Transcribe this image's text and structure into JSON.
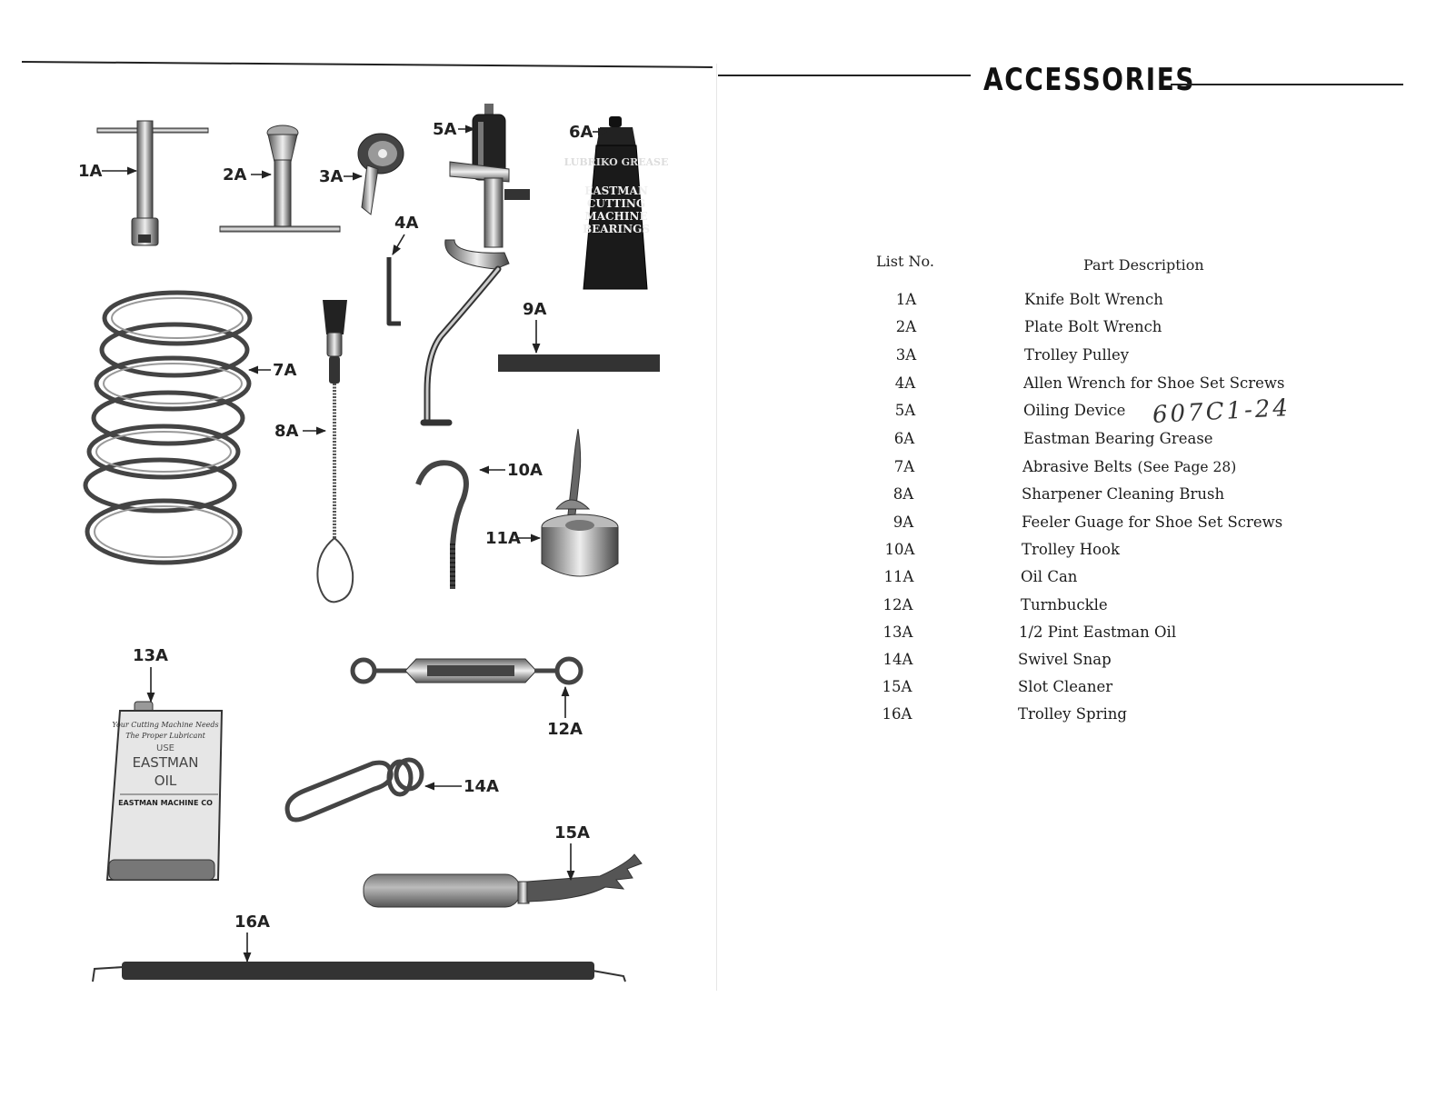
{
  "header": {
    "title": "ACCESSORIES"
  },
  "table": {
    "col_list_no": "List No.",
    "col_description": "Part Description",
    "rows": [
      {
        "no": "1A",
        "desc": "Knife Bolt Wrench"
      },
      {
        "no": "2A",
        "desc": "Plate Bolt Wrench"
      },
      {
        "no": "3A",
        "desc": "Trolley Pulley"
      },
      {
        "no": "4A",
        "desc": "Allen Wrench for Shoe Set Screws"
      },
      {
        "no": "5A",
        "desc": "Oiling Device"
      },
      {
        "no": "6A",
        "desc": "Eastman Bearing Grease"
      },
      {
        "no": "7A",
        "desc": "Abrasive Belts"
      },
      {
        "no": "8A",
        "desc": "Sharpener Cleaning Brush"
      },
      {
        "no": "9A",
        "desc": "Feeler Guage for Shoe Set Screws"
      },
      {
        "no": "10A",
        "desc": "Trolley Hook"
      },
      {
        "no": "11A",
        "desc": "Oil Can"
      },
      {
        "no": "12A",
        "desc": "Turnbuckle"
      },
      {
        "no": "13A",
        "desc": "1/2 Pint Eastman Oil"
      },
      {
        "no": "14A",
        "desc": "Swivel Snap"
      },
      {
        "no": "15A",
        "desc": "Slot Cleaner"
      },
      {
        "no": "16A",
        "desc": "Trolley Spring"
      }
    ],
    "note_7a": "(See Page 28)",
    "handwritten_5a": "607C1-24"
  },
  "figure_labels": {
    "l1": "1A",
    "l2": "2A",
    "l3": "3A",
    "l4": "4A",
    "l5": "5A",
    "l6": "6A",
    "l7": "7A",
    "l8": "8A",
    "l9": "9A",
    "l10": "10A",
    "l11": "11A",
    "l12": "12A",
    "l13": "13A",
    "l14": "14A",
    "l15": "15A",
    "l16": "16A"
  },
  "product_text": {
    "tube_brand": "LUBRIKO GREASE",
    "tube_lines": [
      "EASTMAN",
      "CUTTING",
      "MACHINE",
      "BEARINGS"
    ],
    "can_small_1": "Your Cutting Machine Needs",
    "can_small_2": "The Proper Lubricant",
    "can_use": "USE",
    "can_brand": "EASTMAN",
    "can_product": "OIL",
    "can_company": "EASTMAN MACHINE CO"
  }
}
